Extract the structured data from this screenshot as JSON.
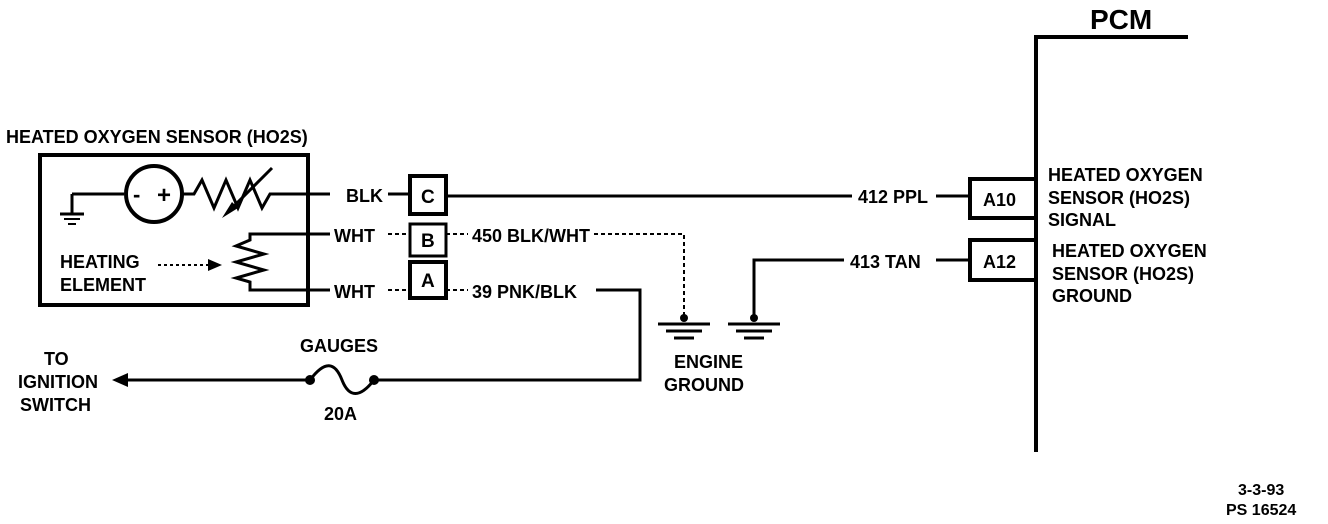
{
  "pcm": {
    "title": "PCM"
  },
  "sensor": {
    "title": "HEATED OXYGEN SENSOR (HO2S)",
    "heating_label_1": "HEATING",
    "heating_label_2": "ELEMENT"
  },
  "wires": {
    "blk": "BLK",
    "wht_b": "WHT",
    "wht_a": "WHT",
    "w450": "450 BLK/WHT",
    "w39": "39 PNK/BLK",
    "w412": "412 PPL",
    "w413": "413 TAN"
  },
  "connector": {
    "c": "C",
    "b": "B",
    "a": "A"
  },
  "pcm_pins": {
    "a10": "A10",
    "a12": "A12",
    "signal_1": "HEATED OXYGEN",
    "signal_2": "SENSOR (HO2S)",
    "signal_3": "SIGNAL",
    "ground_1": "HEATED OXYGEN",
    "ground_2": "SENSOR (HO2S)",
    "ground_3": "GROUND"
  },
  "ground": {
    "label_1": "ENGINE",
    "label_2": "GROUND"
  },
  "fuse": {
    "name": "GAUGES",
    "rating": "20A"
  },
  "ignition": {
    "label_1": "TO",
    "label_2": "IGNITION",
    "label_3": "SWITCH"
  },
  "footer": {
    "date": "3-3-93",
    "code": "PS 16524"
  }
}
